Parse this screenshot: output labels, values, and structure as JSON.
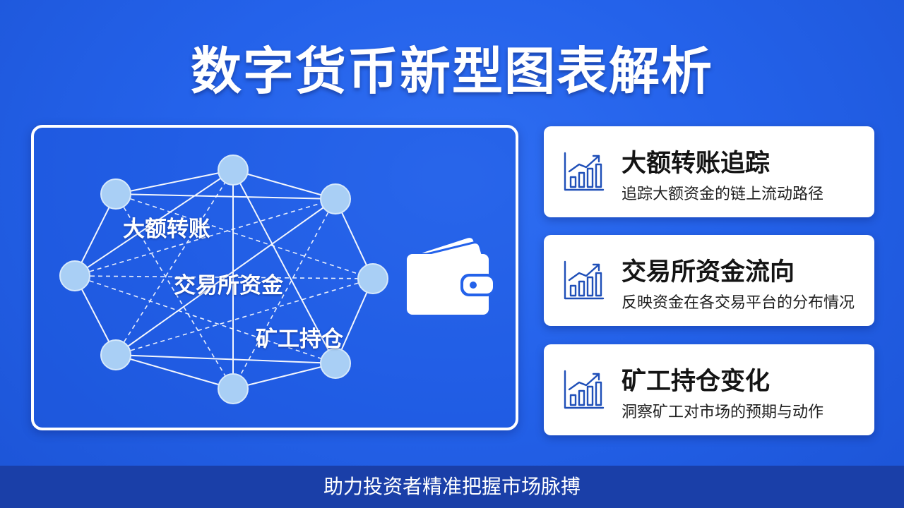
{
  "title": "数字货币新型图表解析",
  "network": {
    "labels": [
      "大额转账",
      "交易所资金",
      "矿工持仓"
    ],
    "node_color": "#a9cff5"
  },
  "cards": [
    {
      "title": "大额转账追踪",
      "desc": "追踪大额资金的链上流动路径",
      "icon": "bar-chart-up-icon"
    },
    {
      "title": "交易所资金流向",
      "desc": "反映资金在各交易平台的分布情况",
      "icon": "bar-chart-up-icon"
    },
    {
      "title": "矿工持仓变化",
      "desc": "洞察矿工对市场的预期与动作",
      "icon": "bar-chart-up-icon"
    }
  ],
  "wallet_icon": "wallet-icon",
  "footer": "助力投资者精准把握市场脉搏",
  "colors": {
    "background": "#2462ea",
    "footer": "#1a3fa8",
    "icon_blue": "#1f4fb8"
  }
}
